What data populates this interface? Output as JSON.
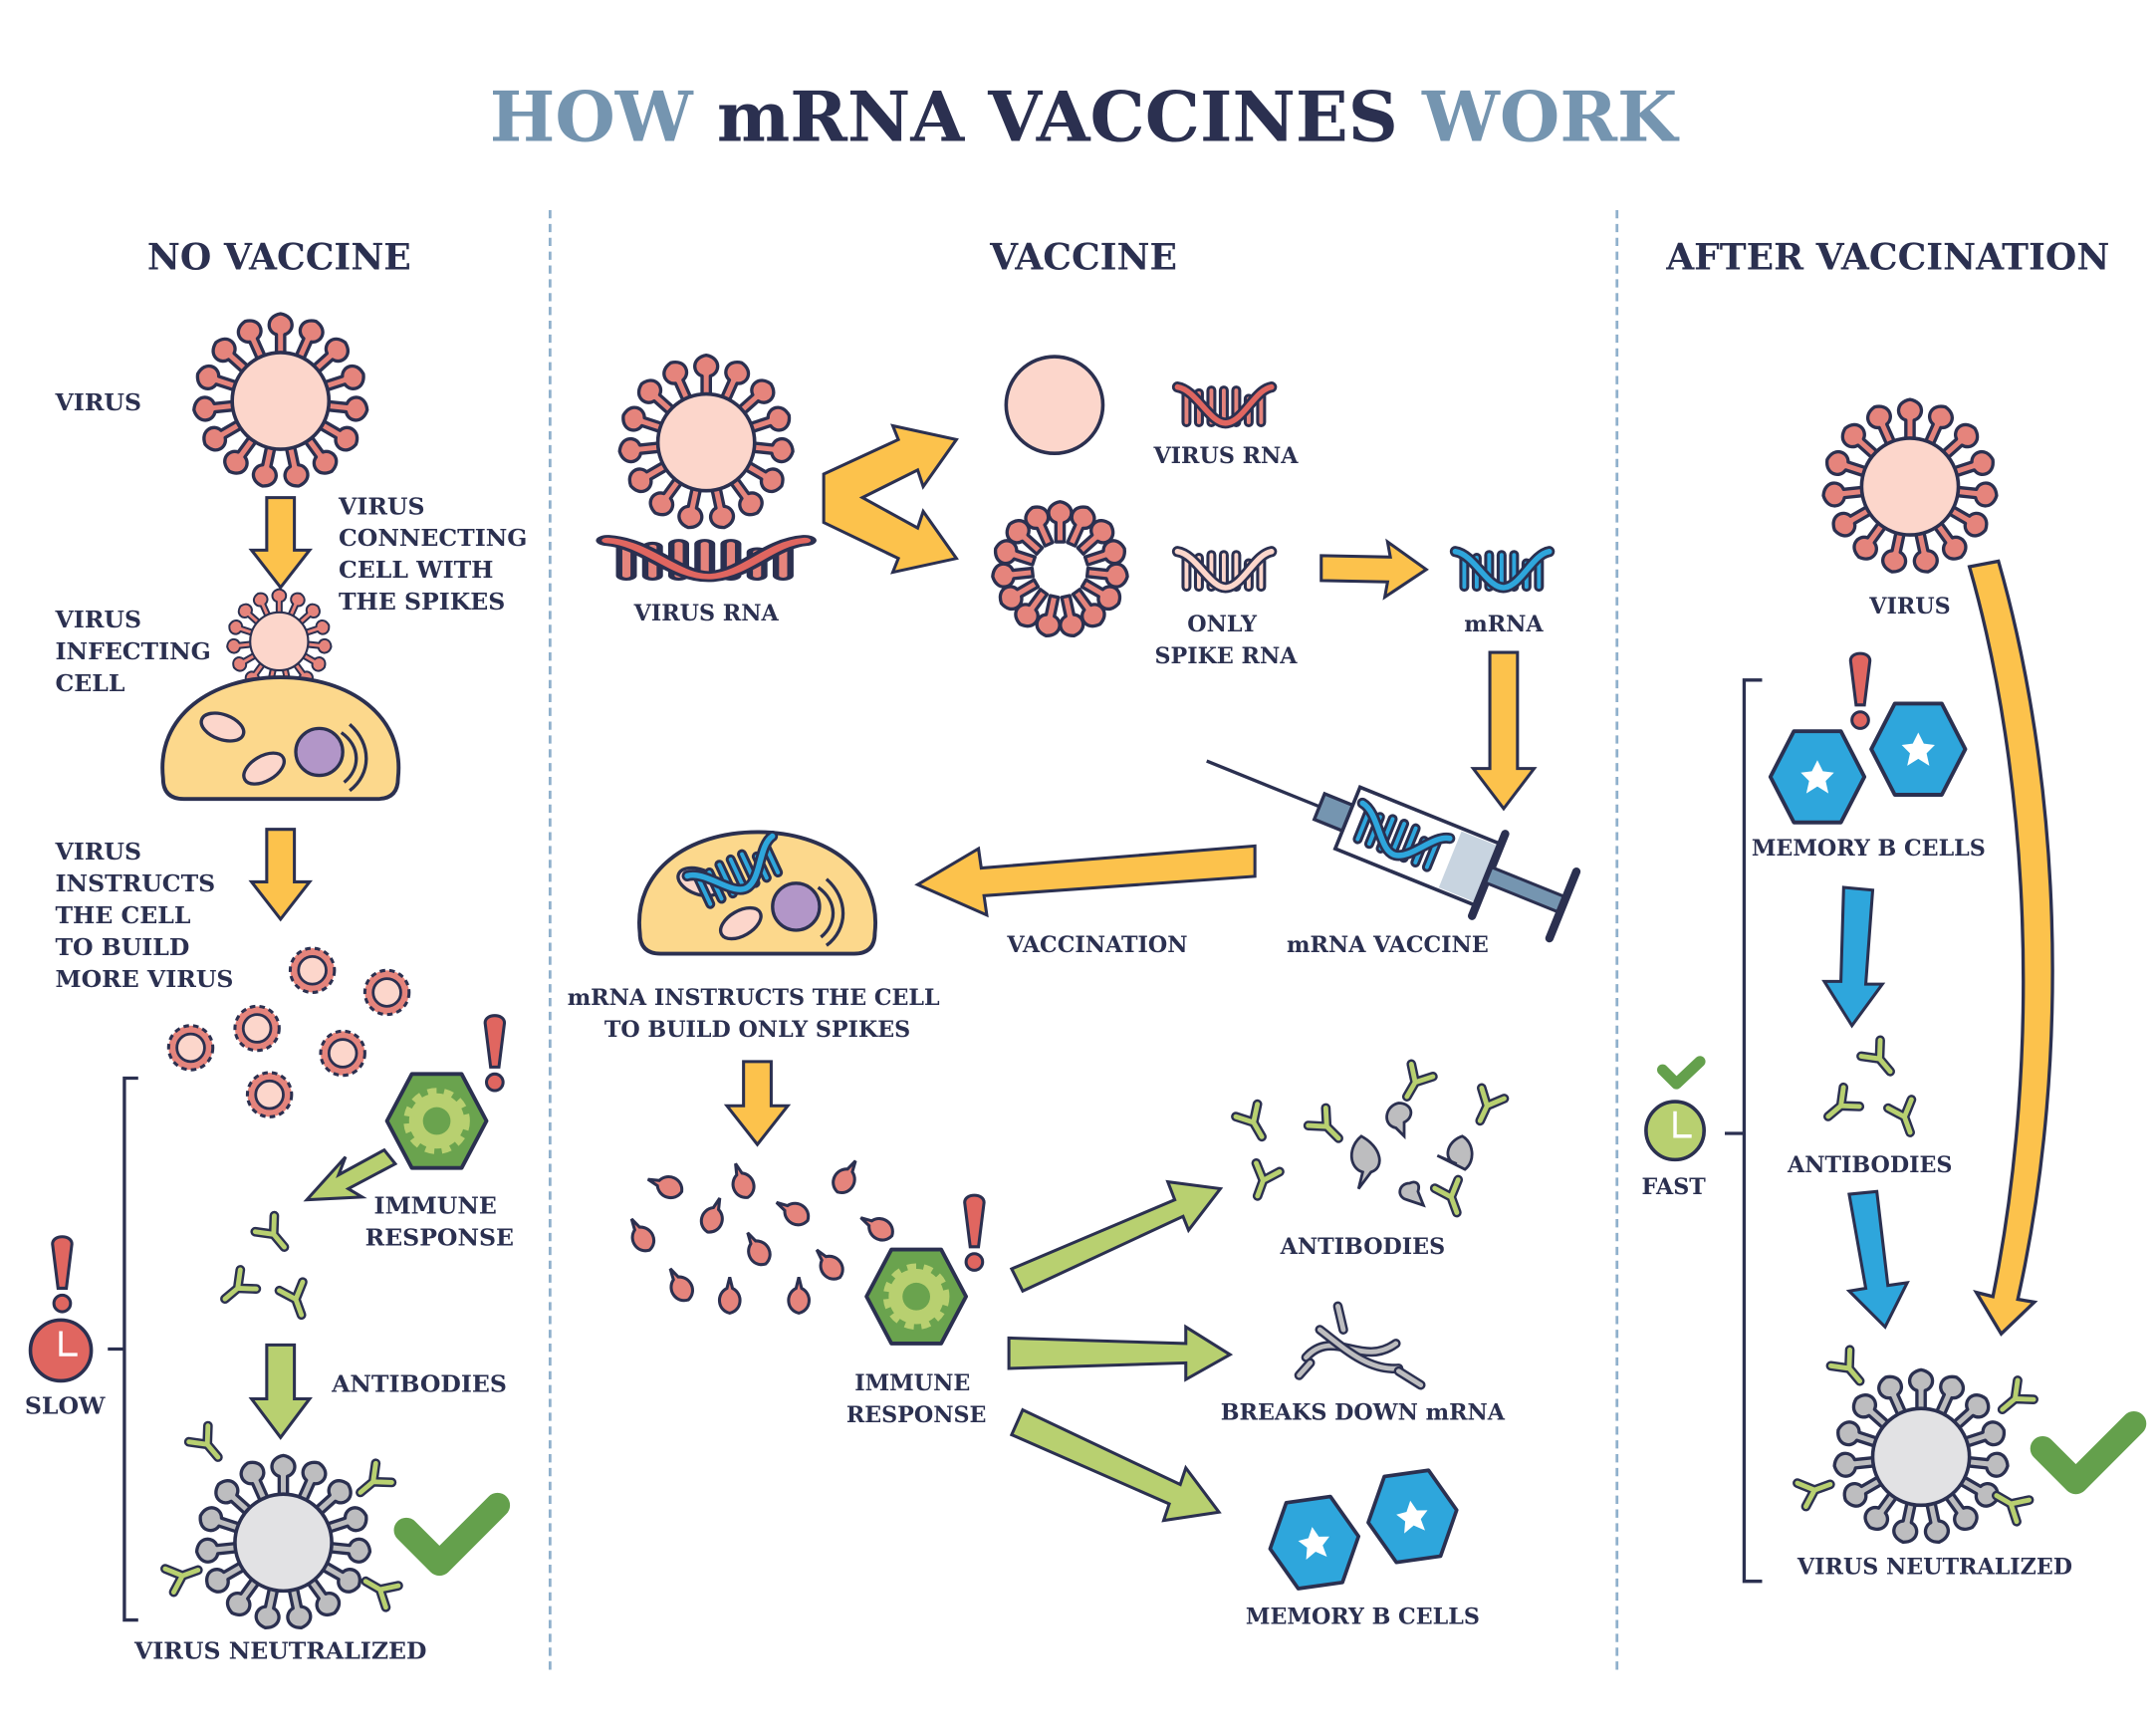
{
  "title": {
    "part1": "HOW",
    "part2": "mRNA VACCINES",
    "part3": "WORK"
  },
  "colors": {
    "title_accent": "#7595b0",
    "title_dark": "#2b3050",
    "outline": "#2b3050",
    "virus_body": "#fcd6cb",
    "virus_spike": "#e5847c",
    "cell_body": "#fcd88c",
    "nucleus": "#b296c8",
    "arrow_yellow": "#fcc24c",
    "arrow_green": "#b8d070",
    "arrow_blue": "#2ea6dc",
    "immune_cell": "#6aa34e",
    "memory_b_cell": "#2ea6dc",
    "alert_red": "#e06660",
    "check_green": "#64a04c",
    "neutralized_virus": "#e2e2e4",
    "divider": "#8fb0cc"
  },
  "columns": {
    "no_vaccine": {
      "heading": "NO VACCINE",
      "labels": {
        "virus": "VIRUS",
        "connecting": [
          "VIRUS",
          "CONNECTING",
          "CELL WITH",
          "THE SPIKES"
        ],
        "infecting": [
          "VIRUS",
          "INFECTING",
          "CELL"
        ],
        "instructs": [
          "VIRUS",
          "INSTRUCTS",
          "THE CELL",
          "TO BUILD",
          "MORE VIRUS"
        ],
        "immune_response": [
          "IMMUNE",
          "RESPONSE"
        ],
        "antibodies": "ANTIBODIES",
        "speed": "SLOW",
        "neutralized": "VIRUS NEUTRALIZED"
      }
    },
    "vaccine": {
      "heading": "VACCINE",
      "labels": {
        "virus_rna_left": "VIRUS RNA",
        "virus_rna": "VIRUS RNA",
        "only_spike_rna": [
          "ONLY",
          "SPIKE RNA"
        ],
        "mrna": "mRNA",
        "mrna_vaccine": "mRNA VACCINE",
        "vaccination": "VACCINATION",
        "instructs": [
          "mRNA INSTRUCTS THE CELL",
          "TO BUILD  ONLY SPIKES"
        ],
        "immune_response": [
          "IMMUNE",
          "RESPONSE"
        ],
        "antibodies": "ANTIBODIES",
        "breaks_down": "BREAKS DOWN mRNA",
        "memory_b_cells": "MEMORY B CELLS"
      }
    },
    "after_vaccination": {
      "heading": "AFTER VACCINATION",
      "labels": {
        "virus": "VIRUS",
        "memory_b_cells": "MEMORY B CELLS",
        "antibodies": "ANTIBODIES",
        "speed": "FAST",
        "neutralized": "VIRUS NEUTRALIZED"
      }
    }
  }
}
